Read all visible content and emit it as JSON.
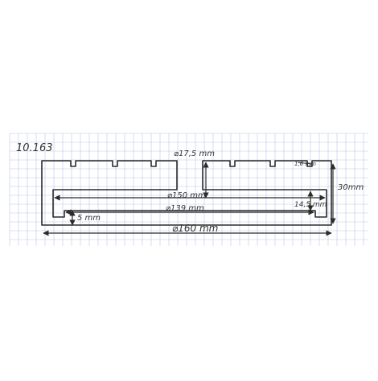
{
  "sheet": {
    "paper_color": "#ffffff",
    "grid_color": "#b9c7e6",
    "ink_color": "#2b2b2b"
  },
  "drawing": {
    "part_number": "10.163",
    "dimensions": {
      "slot_diameter": "⌀17,5 mm",
      "small_label": "1,6 mm",
      "height": "30mm",
      "diameter_150": "⌀150 mm",
      "diameter_139": "⌀139 mm",
      "step_height": "14,5 mm",
      "lip": "5 mm",
      "outer_diameter": "⌀160 mm"
    }
  }
}
